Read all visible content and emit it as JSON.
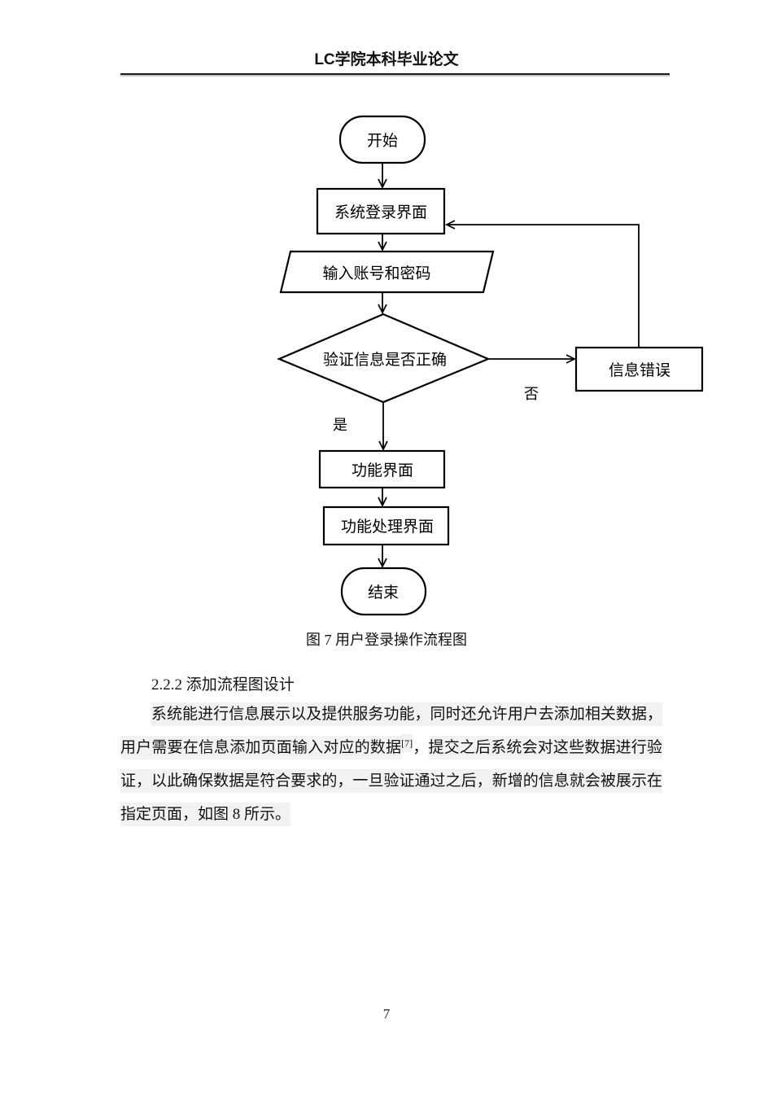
{
  "header": {
    "title": "LC学院本科毕业论文"
  },
  "flowchart": {
    "nodes": {
      "start": "开始",
      "login": "系统登录界面",
      "input": "输入账号和密码",
      "verify": "验证信息是否正确",
      "error": "信息错误",
      "function": "功能界面",
      "process": "功能处理界面",
      "end": "结束"
    },
    "labels": {
      "yes": "是",
      "no": "否"
    }
  },
  "caption": "图  7 用户登录操作流程图",
  "section": {
    "heading": "2.2.2 添加流程图设计"
  },
  "paragraph": {
    "lines": [
      {
        "fill": true,
        "indent": true,
        "segments": [
          {
            "text": "系统能进行信息展示以及提供服务功能，",
            "highlight": true
          },
          {
            "text": "同时还允许用户去添加相关数据，",
            "highlight": true
          }
        ]
      },
      {
        "fill": true,
        "indent": false,
        "segments": [
          {
            "text": "用户需要在信息添加页面输入对应的数据",
            "highlight": true
          },
          {
            "text": "[7]",
            "highlight": true,
            "sup": true
          },
          {
            "text": "，",
            "highlight": false
          },
          {
            "text": "提交之后系统会对这些数据进行验",
            "highlight": true
          }
        ]
      },
      {
        "fill": true,
        "indent": false,
        "segments": [
          {
            "text": "证，以此确保数据是符合要求的，",
            "highlight": true
          },
          {
            "text": "一旦验证通过之后，",
            "highlight": true
          },
          {
            "text": "新增的信息就会被展示在",
            "highlight": true
          }
        ]
      },
      {
        "fill": false,
        "indent": false,
        "segments": [
          {
            "text": "指定页面，",
            "highlight": true
          },
          {
            "text": "如图 8 所示。",
            "highlight": true
          }
        ]
      }
    ]
  },
  "page": {
    "number": "7"
  },
  "colors": {
    "text": "#000000",
    "line": "#000000",
    "highlight": "#f2f2f2"
  }
}
